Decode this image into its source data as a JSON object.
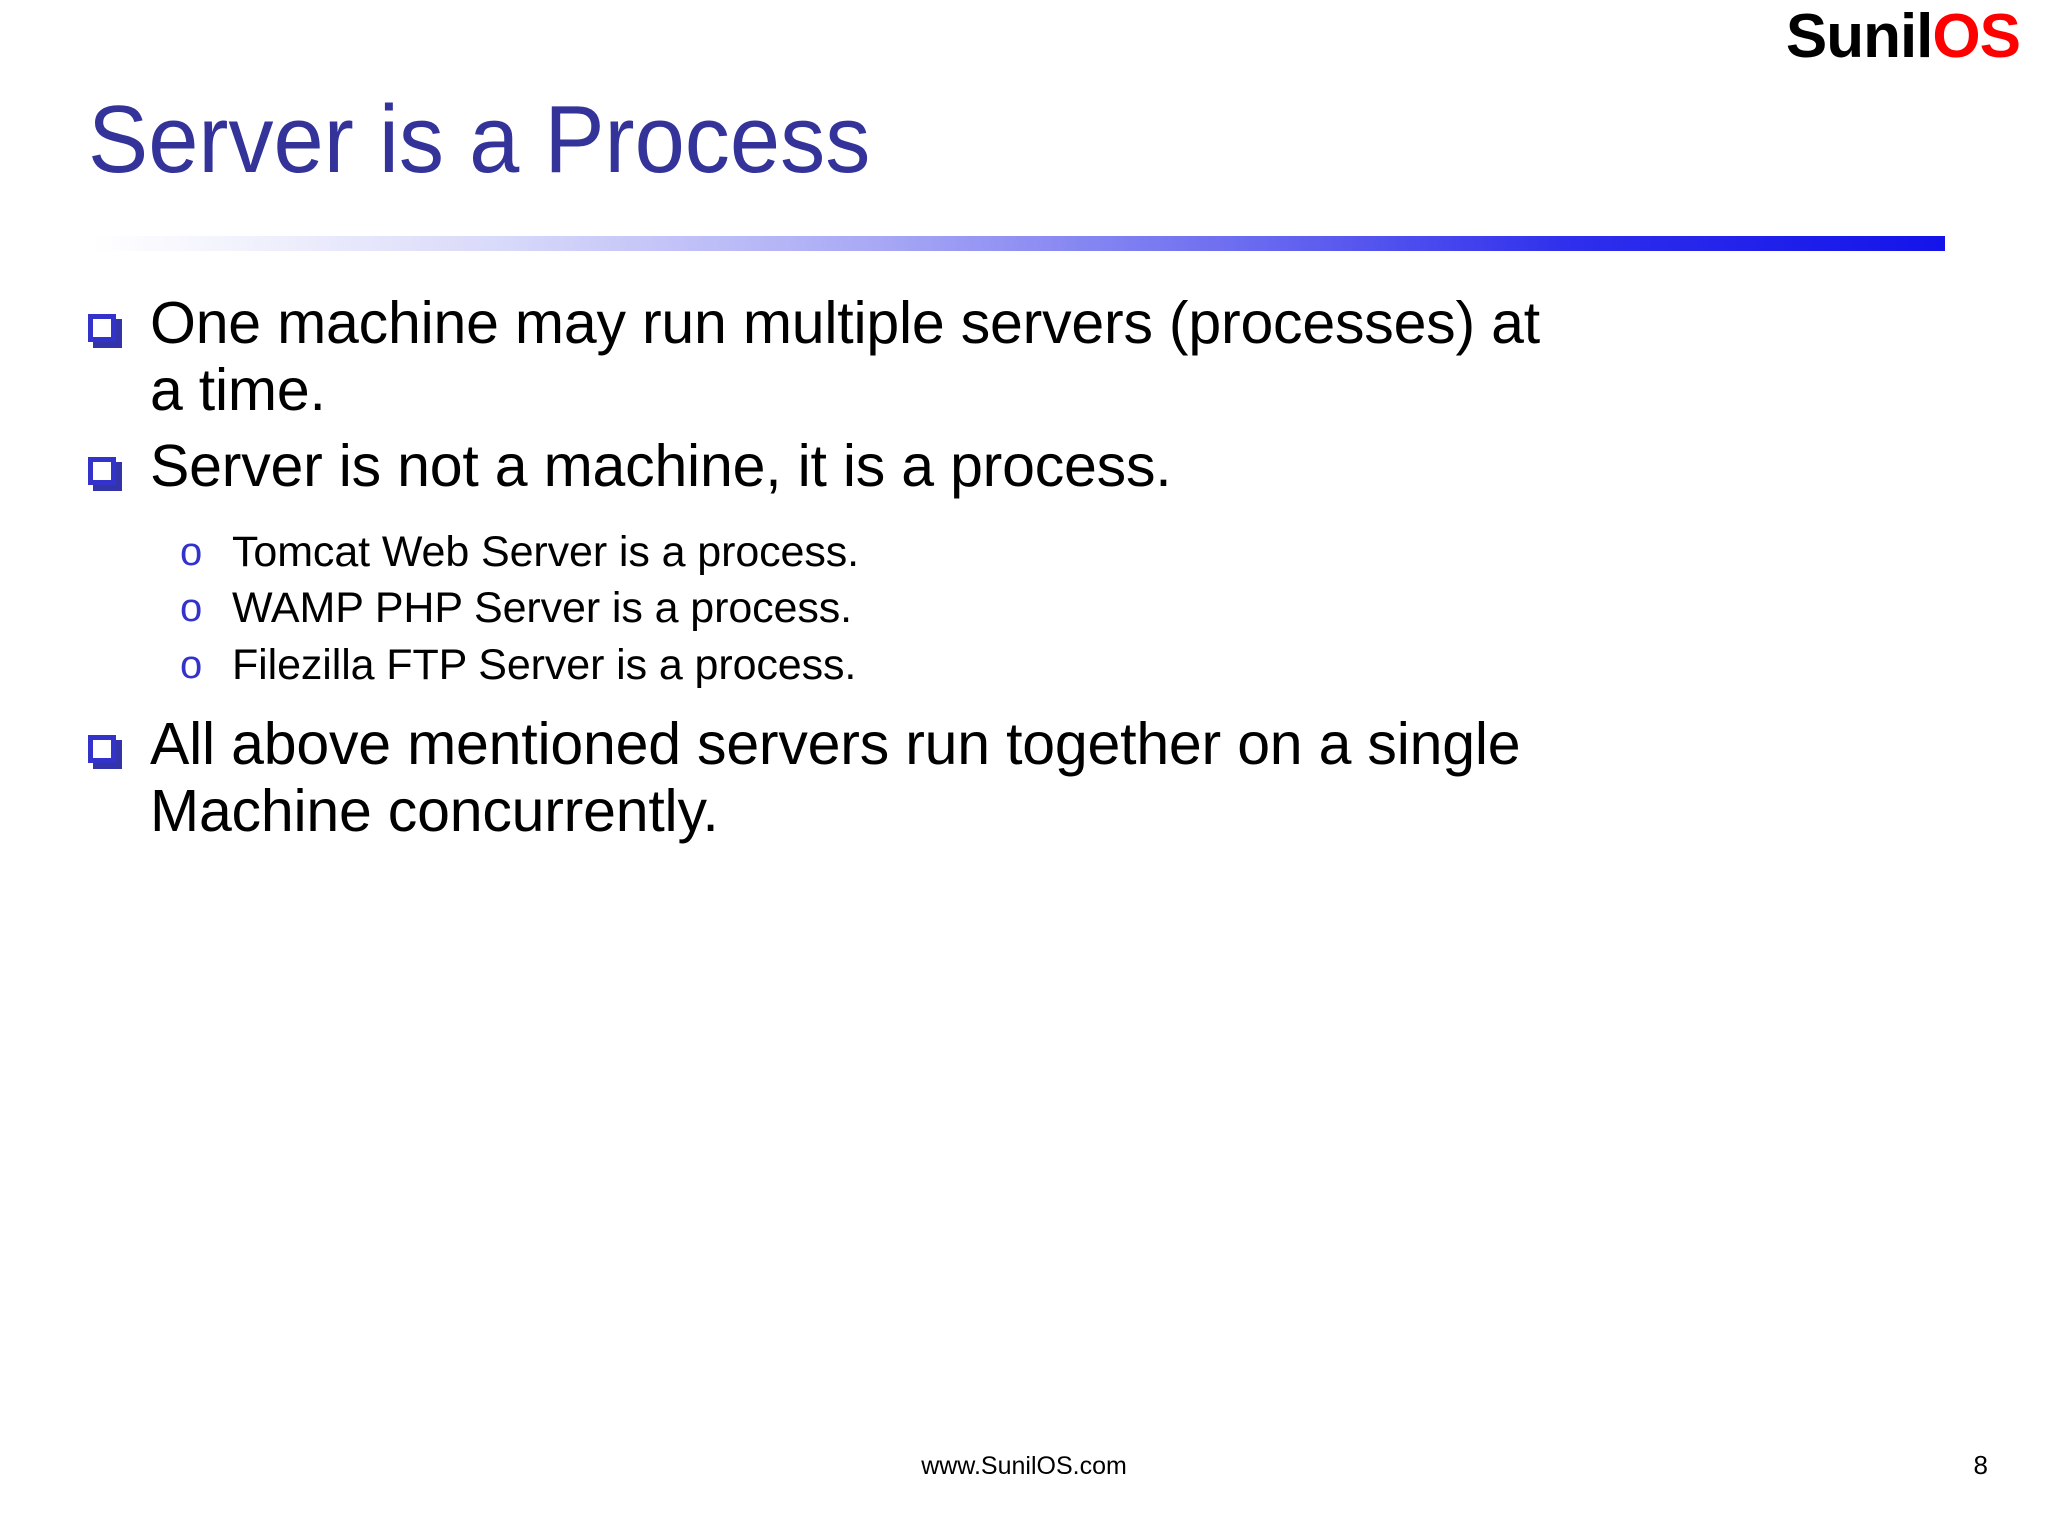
{
  "slide": {
    "logo": {
      "part1": "Sunil",
      "part2": "OS",
      "color1": "#000000",
      "color2": "#fe0000"
    },
    "title": "Server is a Process",
    "title_color": "#333399",
    "rule_color_end": "#1414ea",
    "bullet_marker_color": "#3333cc",
    "content": [
      {
        "level": 1,
        "marker": "hollow-square",
        "text": "One machine may run multiple servers (processes) at a time."
      },
      {
        "level": 1,
        "marker": "hollow-square",
        "text": "Server is not a machine, it is a process."
      },
      {
        "level": 2,
        "marker": "o",
        "text": "Tomcat Web Server is a process."
      },
      {
        "level": 2,
        "marker": "o",
        "text": "WAMP PHP Server is a process."
      },
      {
        "level": 2,
        "marker": "o",
        "text": "Filezilla FTP Server is a process."
      },
      {
        "level": 1,
        "marker": "hollow-square",
        "text": "All above mentioned servers run together on a single Machine concurrently."
      }
    ],
    "footer": {
      "url": "www.SunilOS.com",
      "page_number": "8"
    }
  }
}
